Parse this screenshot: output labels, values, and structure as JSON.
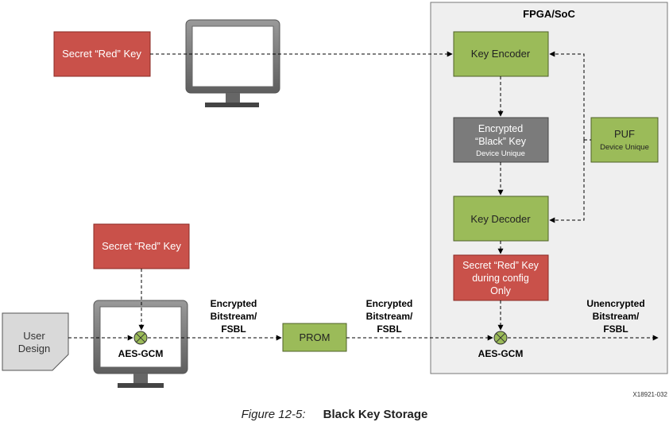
{
  "fpga_title": "FPGA/SoC",
  "red_key_top": "Secret “Red” Key",
  "red_key_bottom": "Secret “Red” Key",
  "key_encoder": "Key Encoder",
  "black_key": [
    "Encrypted",
    "“Black” Key",
    "Device Unique"
  ],
  "puf": [
    "PUF",
    "Device Unique"
  ],
  "key_decoder": "Key Decoder",
  "red_key_config": [
    "Secret “Red” Key",
    "during config",
    "Only"
  ],
  "user_design": [
    "User",
    "Design"
  ],
  "aes_gcm_left": "AES-GCM",
  "aes_gcm_right": "AES-GCM",
  "prom": "PROM",
  "enc_left": [
    "Encrypted",
    "Bitstream/",
    "FSBL"
  ],
  "enc_right": [
    "Encrypted",
    "Bitstream/",
    "FSBL"
  ],
  "unencrypted": [
    "Unencrypted",
    "Bitstream/",
    "FSBL"
  ],
  "doc_id": "X18921-032",
  "caption": {
    "figure": "Figure 12-5:",
    "title": "Black Key Storage"
  },
  "colors": {
    "red": "#c9514a",
    "green": "#9bbb59",
    "gray": "#7b7b7b",
    "fpga_bg": "#efefef"
  }
}
